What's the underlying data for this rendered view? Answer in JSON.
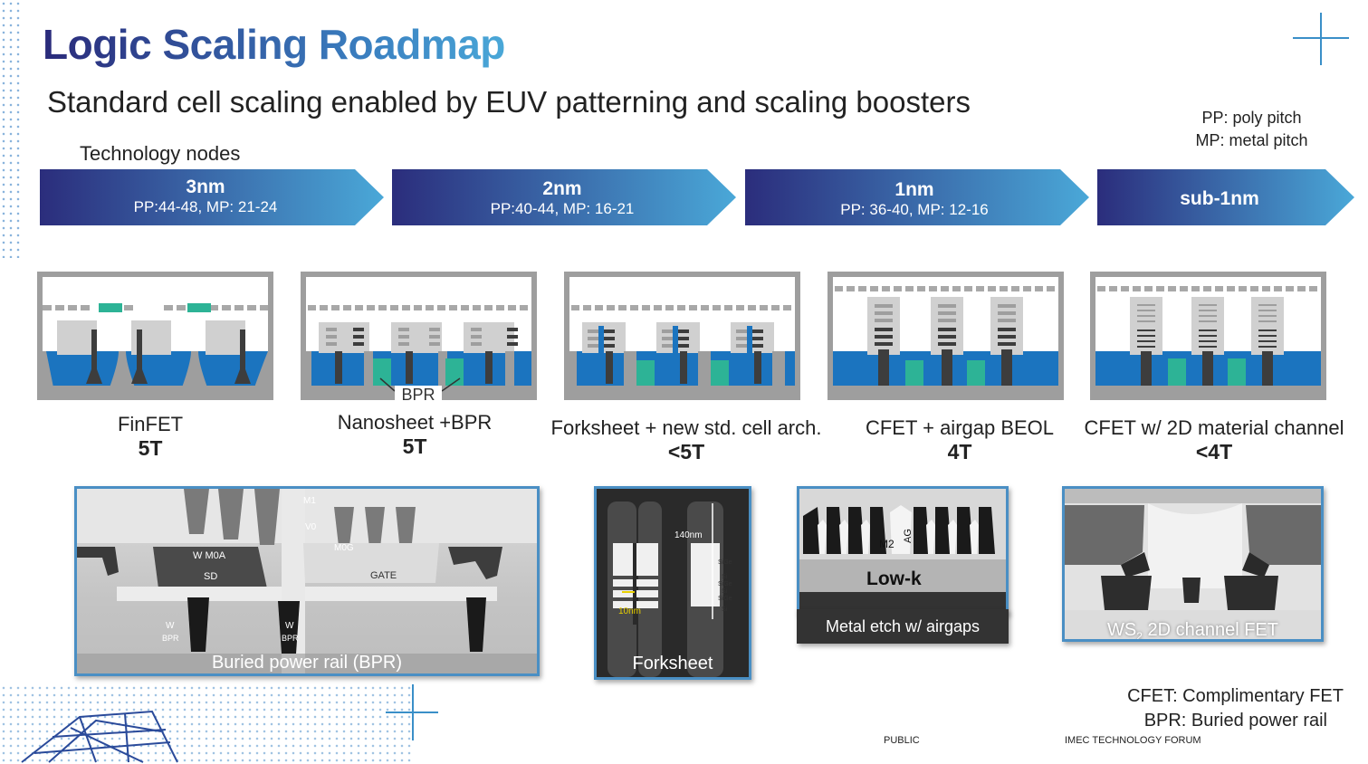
{
  "title": "Logic Scaling Roadmap",
  "subtitle": "Standard cell scaling enabled by EUV patterning and scaling boosters",
  "legend_top": {
    "pp": "PP: poly pitch",
    "mp": "MP: metal pitch"
  },
  "technology_label": "Technology nodes",
  "nodes": [
    {
      "name": "3nm",
      "pitch": "PP:44-48, MP: 21-24"
    },
    {
      "name": "2nm",
      "pitch": "PP:40-44, MP: 16-21"
    },
    {
      "name": "1nm",
      "pitch": "PP: 36-40, MP: 12-16"
    },
    {
      "name": "sub-1nm",
      "pitch": ""
    }
  ],
  "cells": [
    {
      "name": "FinFET",
      "tracks": "5T"
    },
    {
      "name": "Nanosheet +BPR",
      "tracks": "5T",
      "inner_label": "BPR"
    },
    {
      "name": "Forksheet + new std. cell arch.",
      "tracks": "<5T"
    },
    {
      "name": "CFET + airgap BEOL",
      "tracks": "4T"
    },
    {
      "name": "CFET w/ 2D material channel",
      "tracks": "<4T"
    }
  ],
  "photos": {
    "bpr": {
      "caption": "Buried power rail (BPR)",
      "labels": [
        "M1",
        "V0",
        "M0G",
        "W M0A",
        "SD",
        "GATE",
        "W",
        "BPR",
        "W",
        "BPR"
      ]
    },
    "forksheet": {
      "caption": "Forksheet",
      "labels": [
        "140nm",
        "10nm",
        "SiGe",
        "Si",
        "SiGe",
        "Si",
        "SiGe",
        "Si"
      ]
    },
    "airgap": {
      "caption": "Metal etch w/ airgaps",
      "labels": [
        "M2",
        "AG",
        "Low-k"
      ]
    },
    "ws2": {
      "caption_main": "WS",
      "caption_sub": "2",
      "caption_rest": " 2D channel FET"
    }
  },
  "legend_bottom": {
    "cfet": "CFET: Complimentary FET",
    "bpr": "BPR: Buried power rail"
  },
  "footer": {
    "left": "PUBLIC",
    "right": "IMEC TECHNOLOGY FORUM"
  },
  "colors": {
    "title_dark": "#2a2a7a",
    "accent": "#4aa8d8",
    "blue_layer": "#1b74bf",
    "green": "#2db396",
    "gray_frame": "#9e9e9e"
  }
}
